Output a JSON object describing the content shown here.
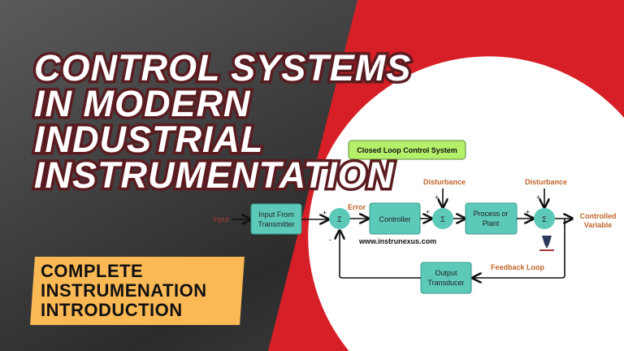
{
  "title_lines": [
    "CONTROL SYSTEMS",
    "IN MODERN",
    "INDUSTRIAL",
    "INSTRUMENTATION"
  ],
  "promo_lines": [
    "COMPLETE",
    "INSTRUMENATION",
    "INTRODUCTION"
  ],
  "diagram": {
    "title": "Closed Loop Control System",
    "input_label": "Input",
    "blocks": {
      "input": [
        "Input From",
        "Transmitter"
      ],
      "controller": "Controller",
      "process": [
        "Process or",
        "Plant"
      ],
      "output": [
        "Output",
        "Transducer"
      ]
    },
    "sum_symbol": "Σ",
    "error": "Error",
    "disturbance_1": "Disturbance",
    "disturbance_2": "Disturbance",
    "controlled_variable": [
      "Controlled",
      "Variable"
    ],
    "feedback": "Feedback Loop",
    "website": "www.instrunexus.com",
    "plus": "+",
    "minus": "-"
  },
  "colors": {
    "red": "#d61f26",
    "dark": "#3a3a3a",
    "teal": "#5cc9b9",
    "orange": "#fbb955",
    "label": "#c0652a",
    "title_box": "#b5f06b"
  }
}
